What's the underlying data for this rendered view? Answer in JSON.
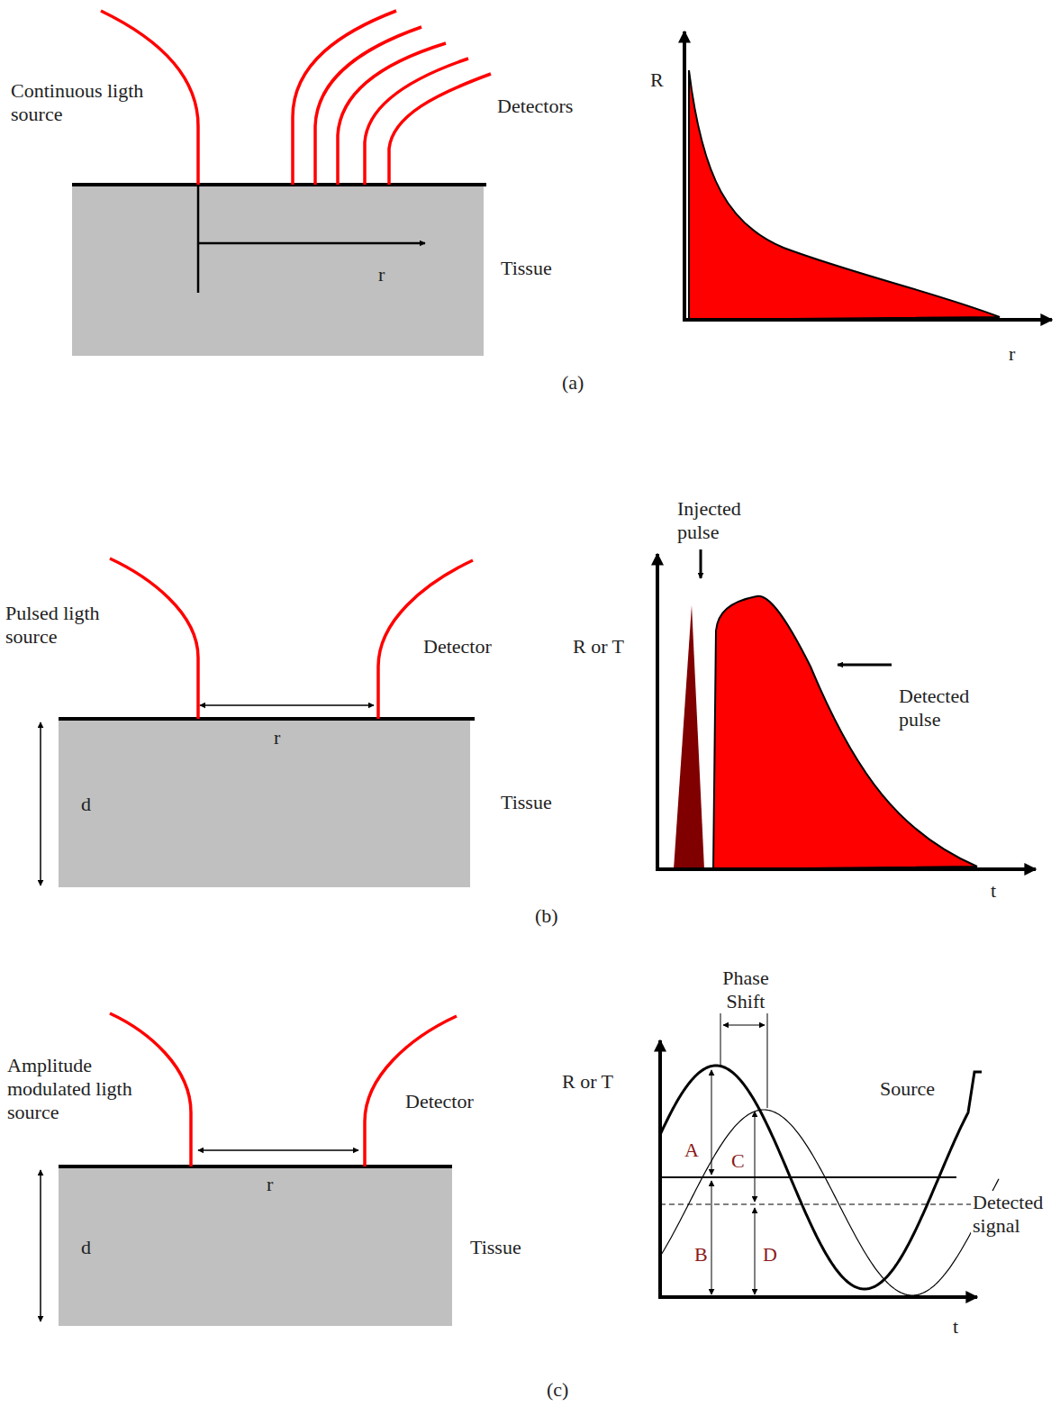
{
  "diagram": {
    "labels": [
      "Continuous ligth source",
      "Detectors",
      "r",
      "Tissue",
      "R",
      "r",
      "(a)",
      "Pulsed ligth source",
      "Detector",
      "r",
      "d",
      "Tissue",
      "Injected pulse",
      "R or T",
      "Detected pulse",
      "t",
      "(b)",
      "Phase Shift",
      "Amplitude modulated ligth source",
      "Detector",
      "R or T",
      "Source",
      "A",
      "C",
      "Detected signal",
      "B",
      "D",
      "r",
      "d",
      "Tissue",
      "t",
      "(c)"
    ]
  }
}
